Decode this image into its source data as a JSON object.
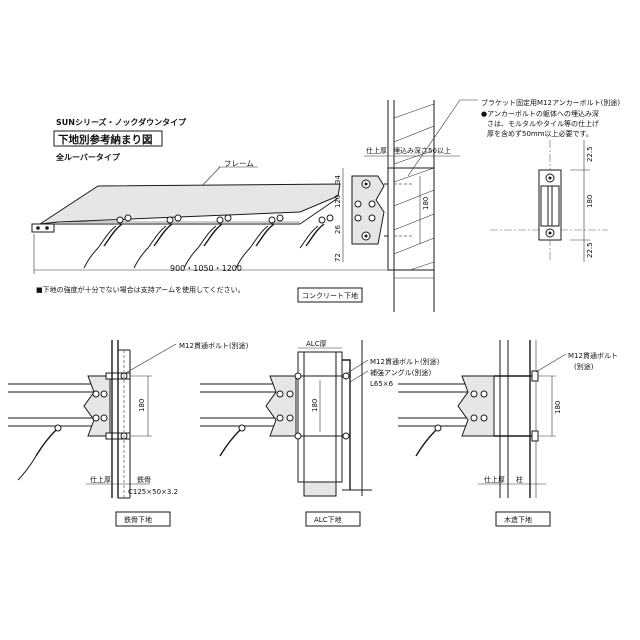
{
  "header": {
    "series": "SUNシリーズ・ノックダウンタイプ",
    "title": "下地別参考納まり図",
    "type": "全ルーバータイプ"
  },
  "main": {
    "frame_label": "フレーム",
    "span_label": "900・1050・1200",
    "note": "■下地の強度が十分でない場合は支持アームを使用してください。",
    "concrete_caption": "コンクリート下地",
    "finish_thickness_label": "仕上厚",
    "embed_label": "埋込み深さ50以上",
    "dims": [
      "34",
      "120",
      "26",
      "72",
      "180"
    ]
  },
  "anchor_detail": {
    "bolt_note": "ブラケット固定用M12アンカーボルト(別途)",
    "embed_note_1": "●アンカーボルトの躯体への埋込み深",
    "embed_note_2": "さは、モルタルやタイル等の仕上げ",
    "embed_note_3": "厚を含めず50mm以上必要です。",
    "dims": [
      "22.5",
      "180",
      "22.5"
    ]
  },
  "steel": {
    "bolt_label": "M12貫通ボルト(別途)",
    "dim": "180",
    "finish_label": "仕上厚",
    "steel_label": "鉄骨",
    "section_label": "C125×50×3.2",
    "caption": "鉄骨下地"
  },
  "alc": {
    "alc_label": "ALC厚",
    "bolt_label": "M12貫通ボルト(別途)",
    "angle_label": "補強アングル(別途)",
    "angle_size": "L65×6",
    "dim": "180",
    "caption": "ALC下地"
  },
  "wood": {
    "bolt_label_1": "M12貫通ボルト",
    "bolt_label_2": "(別途)",
    "dim": "180",
    "finish_label": "仕上厚",
    "post_label": "柱",
    "caption": "木造下地"
  }
}
